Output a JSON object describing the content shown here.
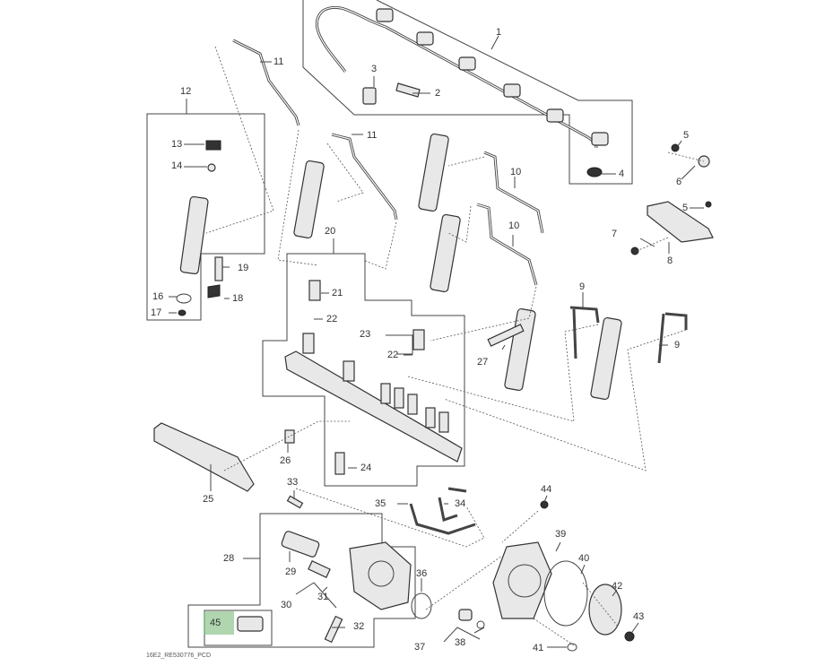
{
  "diagram": {
    "title": "Fuel injection system exploded parts diagram",
    "footer_code": "16E2_RE530776_PCD",
    "highlight_color": "#8fc58f",
    "highlighted_callout": "45",
    "callouts": [
      {
        "id": "c1",
        "text": "1"
      },
      {
        "id": "c2",
        "text": "2"
      },
      {
        "id": "c3",
        "text": "3"
      },
      {
        "id": "c4",
        "text": "4"
      },
      {
        "id": "c5a",
        "text": "5"
      },
      {
        "id": "c5b",
        "text": "5"
      },
      {
        "id": "c6",
        "text": "6"
      },
      {
        "id": "c7",
        "text": "7"
      },
      {
        "id": "c8",
        "text": "8"
      },
      {
        "id": "c9a",
        "text": "9"
      },
      {
        "id": "c9b",
        "text": "9"
      },
      {
        "id": "c10a",
        "text": "10"
      },
      {
        "id": "c10b",
        "text": "10"
      },
      {
        "id": "c11a",
        "text": "11"
      },
      {
        "id": "c11b",
        "text": "11"
      },
      {
        "id": "c12",
        "text": "12"
      },
      {
        "id": "c13",
        "text": "13"
      },
      {
        "id": "c14",
        "text": "14"
      },
      {
        "id": "c16",
        "text": "16"
      },
      {
        "id": "c17",
        "text": "17"
      },
      {
        "id": "c18",
        "text": "18"
      },
      {
        "id": "c19",
        "text": "19"
      },
      {
        "id": "c20",
        "text": "20"
      },
      {
        "id": "c21",
        "text": "21"
      },
      {
        "id": "c22a",
        "text": "22"
      },
      {
        "id": "c22b",
        "text": "22"
      },
      {
        "id": "c23",
        "text": "23"
      },
      {
        "id": "c24",
        "text": "24"
      },
      {
        "id": "c25",
        "text": "25"
      },
      {
        "id": "c26",
        "text": "26"
      },
      {
        "id": "c27",
        "text": "27"
      },
      {
        "id": "c28",
        "text": "28"
      },
      {
        "id": "c29",
        "text": "29"
      },
      {
        "id": "c30",
        "text": "30"
      },
      {
        "id": "c31",
        "text": "31"
      },
      {
        "id": "c32",
        "text": "32"
      },
      {
        "id": "c33",
        "text": "33"
      },
      {
        "id": "c34",
        "text": "34"
      },
      {
        "id": "c35",
        "text": "35"
      },
      {
        "id": "c36",
        "text": "36"
      },
      {
        "id": "c37",
        "text": "37"
      },
      {
        "id": "c38",
        "text": "38"
      },
      {
        "id": "c39",
        "text": "39"
      },
      {
        "id": "c40",
        "text": "40"
      },
      {
        "id": "c41",
        "text": "41"
      },
      {
        "id": "c42",
        "text": "42"
      },
      {
        "id": "c43",
        "text": "43"
      },
      {
        "id": "c44",
        "text": "44"
      },
      {
        "id": "c45",
        "text": "45"
      }
    ]
  }
}
